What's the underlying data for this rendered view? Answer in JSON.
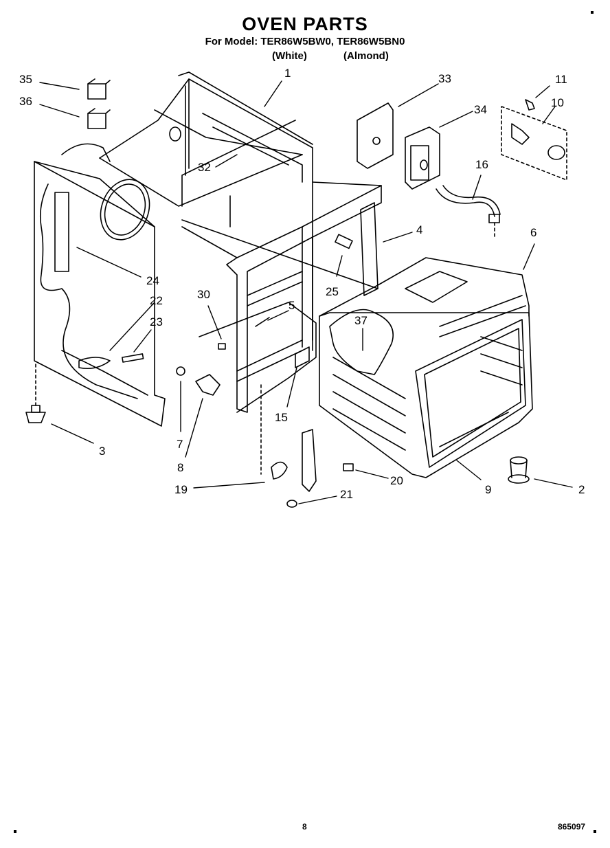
{
  "header": {
    "title": "OVEN PARTS",
    "model_line": "For Model: TER86W5BW0, TER86W5BN0",
    "variant_white": "(White)",
    "variant_almond": "(Almond)"
  },
  "callouts": [
    "1",
    "2",
    "3",
    "4",
    "5",
    "6",
    "7",
    "8",
    "9",
    "10",
    "11",
    "15",
    "16",
    "19",
    "20",
    "21",
    "22",
    "23",
    "24",
    "25",
    "30",
    "32",
    "33",
    "34",
    "35",
    "36",
    "37"
  ],
  "footer": {
    "page": "8",
    "code": "865097"
  }
}
